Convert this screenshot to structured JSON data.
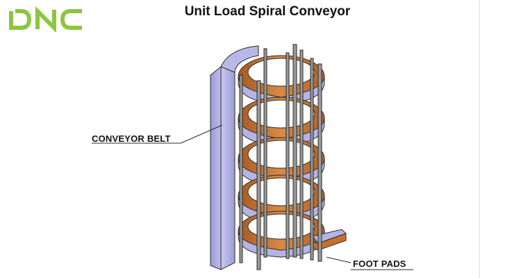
{
  "header": {
    "logo_text": "DNC",
    "title": "Unit Load Spiral Conveyor"
  },
  "callouts": {
    "conveyor_belt": "CONVEYOR BELT",
    "foot_pads": "FOOT PADS"
  },
  "colors": {
    "logo_green": "#8cc63f",
    "belt_orange": "#c8702e",
    "frame_lavender": "#b4b4e6",
    "line_dark": "#2a2a2a"
  }
}
